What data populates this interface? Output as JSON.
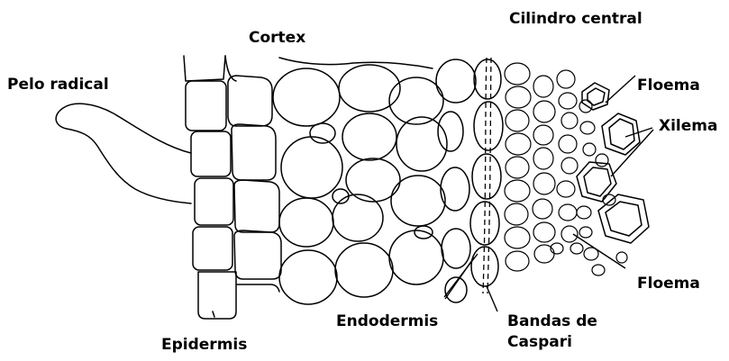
{
  "labels": {
    "cilindro_central": "Cilindro central",
    "cortex": "Cortex",
    "pelo_radical": "Pelo radical",
    "floema_top": "Floema",
    "xilema": "Xilema",
    "floema_bottom": "Floema",
    "endodermis": "Endodermis",
    "bandas_line1": "Bandas de",
    "bandas_line2": "Caspari",
    "epidermis": "Epidermis"
  },
  "colors": {
    "ink": "#000000",
    "background": "#ffffff"
  }
}
